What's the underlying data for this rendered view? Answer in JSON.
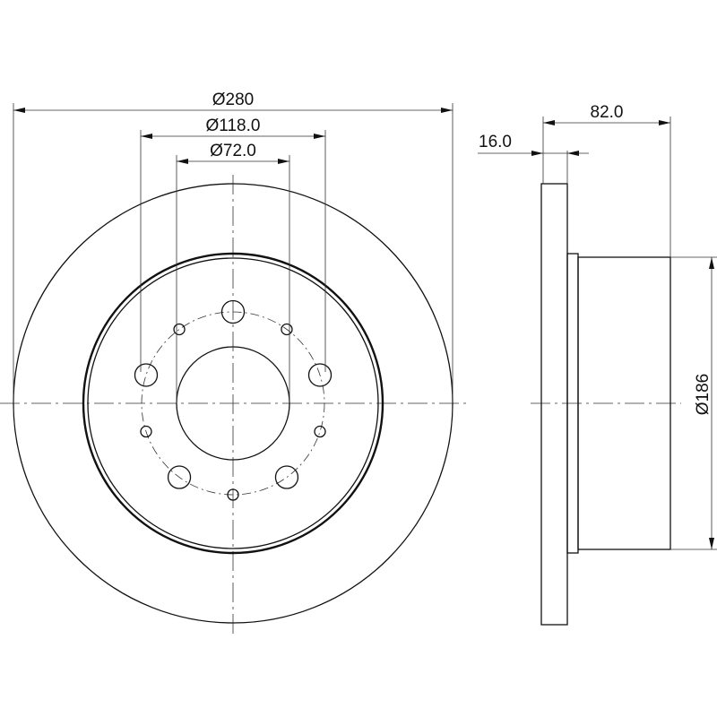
{
  "drawing": {
    "title": "Brake disc technical drawing",
    "front_view": {
      "dim_outer_diameter": "Ø280",
      "dim_bolt_circle": "Ø118.0",
      "dim_center_bore": "Ø72.0",
      "large_hole_count": 5,
      "small_hole_count": 5
    },
    "side_view": {
      "dim_total_height": "82.0",
      "dim_disc_thickness": "16.0",
      "dim_hat_diameter": "Ø186"
    }
  }
}
